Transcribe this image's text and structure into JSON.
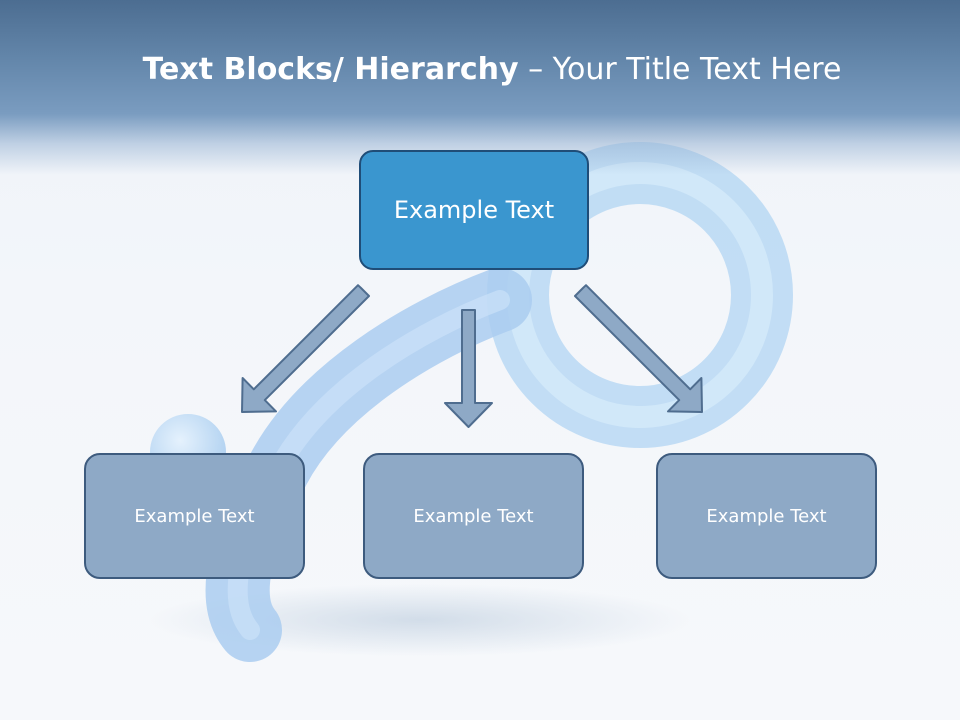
{
  "title": {
    "bold": "Text Blocks/ Hierarchy",
    "separator": " – ",
    "light": "Your Title Text Here"
  },
  "top_box": {
    "label": "Example Text"
  },
  "child_boxes": [
    {
      "label": "Example Text"
    },
    {
      "label": "Example Text"
    },
    {
      "label": "Example Text"
    }
  ],
  "colors": {
    "header": "#5a7ea4",
    "top_box_fill": "#3a96cf",
    "top_box_border": "#1f4d78",
    "child_box_fill": "#8ea9c6",
    "child_box_border": "#3d5b7e",
    "arrow_fill": "#8ea9c6",
    "arrow_stroke": "#4f6d8f"
  }
}
